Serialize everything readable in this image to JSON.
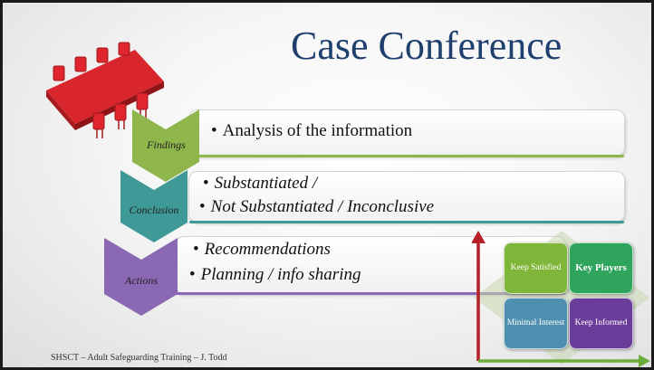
{
  "slide": {
    "title": "Case Conference",
    "footer": "SHSCT – Adult Safeguarding Training – J. Todd",
    "steps": [
      {
        "label": "Findings",
        "color": "#8fb64a",
        "bullets": [
          "Analysis of the information"
        ]
      },
      {
        "label": "Conclusion",
        "color": "#3f9a97",
        "bullets": [
          "Substantiated /",
          "Not Substantiated / Inconclusive"
        ]
      },
      {
        "label": "Actions",
        "color": "#8b68b3",
        "bullets": [
          "Recommendations",
          "Planning / info sharing"
        ]
      }
    ],
    "matrix": {
      "cells": [
        {
          "text": "Keep Satisfied",
          "color": "#7fb63a",
          "bold": false
        },
        {
          "text": "Key Players",
          "color": "#2fa45d",
          "bold": true
        },
        {
          "text": "Minimal Interest",
          "color": "#4f8fb0",
          "bold": false
        },
        {
          "text": "Keep Informed",
          "color": "#6b3d9a",
          "bold": false
        }
      ],
      "vertical_arrow_color": "#b52026",
      "horizontal_arrow_color": "#6bac3a"
    }
  }
}
